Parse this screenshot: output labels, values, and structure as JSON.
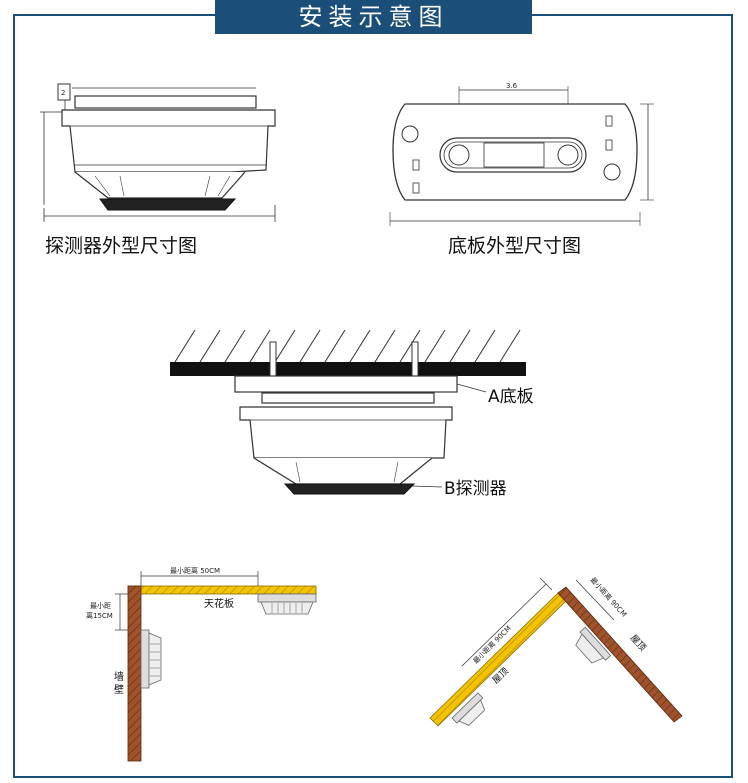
{
  "title": "安装示意图",
  "captions": {
    "detector_dims": "探测器外型尺寸图",
    "base_dims": "底板外型尺寸图",
    "label_a": "A底板",
    "label_b": "B探测器"
  },
  "dimension_marks": {
    "detector_top": "2",
    "base_slot": "3.6"
  },
  "ceiling_section": {
    "min_distance_ceiling": "最小距离 50CM",
    "min_distance_wall": "最小距\n离15CM",
    "ceiling_label": "天花板",
    "wall_label": "墙壁"
  },
  "slope_section": {
    "min_distance_left": "最小距离 90CM",
    "min_distance_right": "最小距离 90CM",
    "left_label": "屋顶",
    "right_label": "屋顶"
  },
  "colors": {
    "header": "#1b4e78",
    "ceiling_yellow": "#f2c400",
    "wall_brown": "#a0522d"
  }
}
